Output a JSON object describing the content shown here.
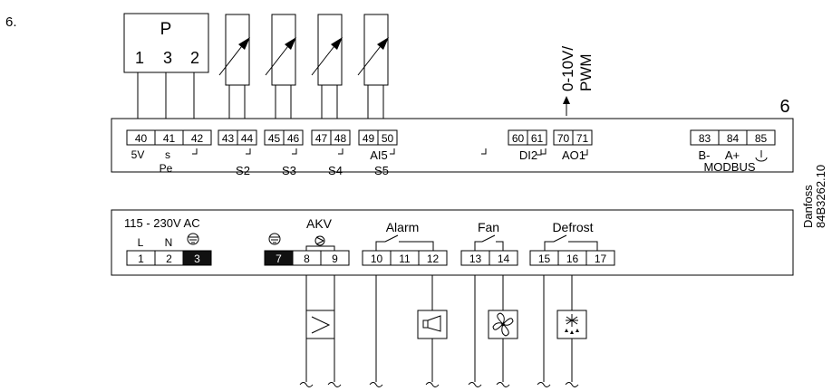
{
  "step_number": "6.",
  "module_number": "6",
  "pressure_sensor": {
    "label": "P",
    "pins": [
      "1",
      "3",
      "2"
    ]
  },
  "upper_terminals": [
    "40",
    "41",
    "42",
    "43",
    "44",
    "45",
    "46",
    "47",
    "48",
    "49",
    "50",
    "60",
    "61",
    "70",
    "71",
    "83",
    "84",
    "85"
  ],
  "upper_labels": {
    "five_v": "5V",
    "s": "s",
    "pe": "Pe",
    "s2": "S2",
    "s3": "S3",
    "s4": "S4",
    "ai5": "AI5",
    "s5": "S5",
    "di2": "DI2",
    "ao1": "AO1",
    "b_minus": "B-",
    "a_plus": "A+",
    "modbus": "MODBUS"
  },
  "analog_output": {
    "line1": "0-10V/",
    "line2": "PWM"
  },
  "supply": {
    "label": "115 - 230V AC",
    "l": "L",
    "n": "N"
  },
  "lower_terminals": [
    "1",
    "2",
    "3",
    "7",
    "8",
    "9",
    "10",
    "11",
    "12",
    "13",
    "14",
    "15",
    "16",
    "17"
  ],
  "lower_labels": {
    "akv": "AKV",
    "alarm": "Alarm",
    "fan": "Fan",
    "defrost": "Defrost"
  },
  "reference": {
    "line1": "Danfoss",
    "line2": "84B3262.10"
  }
}
